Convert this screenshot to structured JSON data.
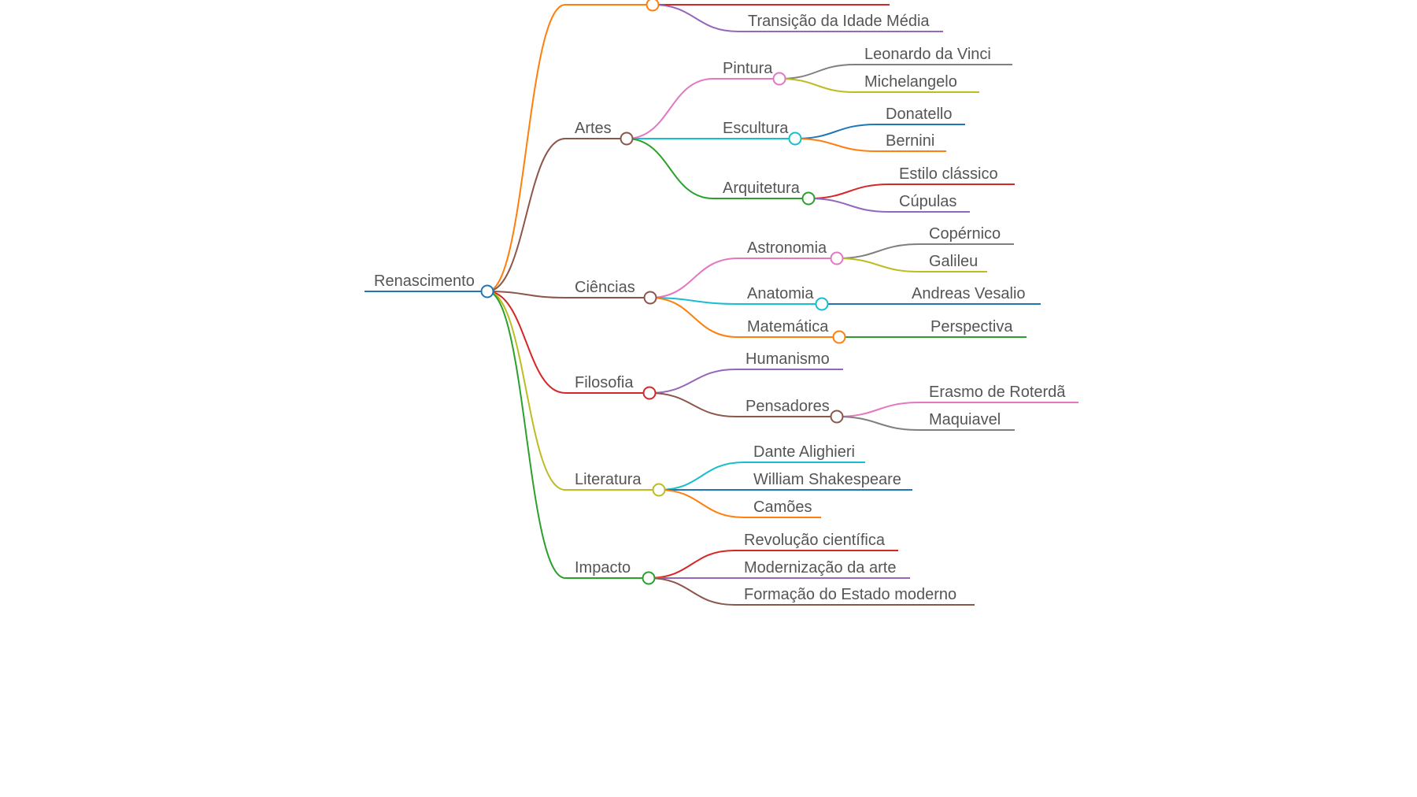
{
  "mindmap": {
    "root": {
      "label": "Renascimento",
      "color": "#1f77b4",
      "children": [
        {
          "label": "",
          "color": "#ff7f0e",
          "children": [
            {
              "label": "",
              "color": "#2ca02c"
            },
            {
              "label": "",
              "color": "#d62728"
            },
            {
              "label": "Transição da Idade Média",
              "color": "#9467bd"
            }
          ]
        },
        {
          "label": "Artes",
          "color": "#8c564b",
          "children": [
            {
              "label": "Pintura",
              "color": "#e377c2",
              "children": [
                {
                  "label": "Leonardo da Vinci",
                  "color": "#7f7f7f"
                },
                {
                  "label": "Michelangelo",
                  "color": "#bcbd22"
                }
              ]
            },
            {
              "label": "Escultura",
              "color": "#17becf",
              "children": [
                {
                  "label": "Donatello",
                  "color": "#1f77b4"
                },
                {
                  "label": "Bernini",
                  "color": "#ff7f0e"
                }
              ]
            },
            {
              "label": "Arquitetura",
              "color": "#2ca02c",
              "children": [
                {
                  "label": "Estilo clássico",
                  "color": "#d62728"
                },
                {
                  "label": "Cúpulas",
                  "color": "#9467bd"
                }
              ]
            }
          ]
        },
        {
          "label": "Ciências",
          "color": "#8c564b",
          "children": [
            {
              "label": "Astronomia",
              "color": "#e377c2",
              "children": [
                {
                  "label": "Copérnico",
                  "color": "#7f7f7f"
                },
                {
                  "label": "Galileu",
                  "color": "#bcbd22"
                }
              ]
            },
            {
              "label": "Anatomia",
              "color": "#17becf",
              "children": [
                {
                  "label": "Andreas Vesalio",
                  "color": "#1f77b4"
                }
              ]
            },
            {
              "label": "Matemática",
              "color": "#ff7f0e",
              "children": [
                {
                  "label": "Perspectiva",
                  "color": "#2ca02c"
                }
              ]
            }
          ]
        },
        {
          "label": "Filosofia",
          "color": "#d62728",
          "children": [
            {
              "label": "Humanismo",
              "color": "#9467bd"
            },
            {
              "label": "Pensadores",
              "color": "#8c564b",
              "children": [
                {
                  "label": "Erasmo de Roterdã",
                  "color": "#e377c2"
                },
                {
                  "label": "Maquiavel",
                  "color": "#7f7f7f"
                }
              ]
            }
          ]
        },
        {
          "label": "Literatura",
          "color": "#bcbd22",
          "children": [
            {
              "label": "Dante Alighieri",
              "color": "#17becf"
            },
            {
              "label": "William Shakespeare",
              "color": "#1f77b4"
            },
            {
              "label": "Camões",
              "color": "#ff7f0e"
            }
          ]
        },
        {
          "label": "Impacto",
          "color": "#2ca02c",
          "children": [
            {
              "label": "Revolução científica",
              "color": "#d62728"
            },
            {
              "label": "Modernização da arte",
              "color": "#9467bd"
            },
            {
              "label": "Formação do Estado moderno",
              "color": "#8c564b"
            }
          ]
        }
      ]
    }
  }
}
